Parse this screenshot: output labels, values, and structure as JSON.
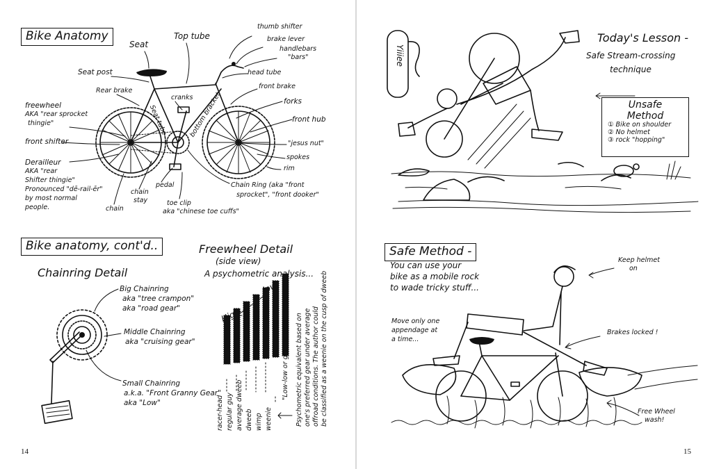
{
  "left_page": {
    "number": "14",
    "anatomy": {
      "title": "Bike Anatomy",
      "labels": {
        "seat": "Seat",
        "top_tube": "Top tube",
        "thumb_shifter": "thumb shifter",
        "brake_lever": "brake lever",
        "handlebars": "handlebars",
        "handlebars_aka": "\"bars\"",
        "seat_post": "Seat post",
        "head_tube": "head tube",
        "rear_brake": "Rear brake",
        "cranks": "cranks",
        "front_brake": "front brake",
        "seat_tube": "Seat tube",
        "bottom_bracket": "bottom bracket",
        "forks": "forks",
        "freewheel": "freewheel",
        "freewheel_aka1": "AKA \"rear sprocket",
        "freewheel_aka2": "thingie\"",
        "front_hub": "front hub",
        "front_shifter": "front shifter",
        "jesus_nut": "\"jesus nut\"",
        "spokes": "spokes",
        "rim": "rim",
        "derailleur": "Derailleur",
        "derailleur_aka1": "AKA \"rear",
        "derailleur_aka2": "Shifter thingie\"",
        "derailleur_pron1": "Pronounced \"dē-rail-ēr\"",
        "derailleur_pron2": "by most normal",
        "derailleur_pron3": "people.",
        "pedal": "pedal",
        "chain_stay1": "chain",
        "chain_stay2": "stay",
        "chain": "chain",
        "toe_clip": "toe clip",
        "toe_clip_aka": "aka \"chinese toe cuffs\"",
        "chain_ring1": "Chain Ring (aka \"front",
        "chain_ring2": "sprocket\", \"front dooker\""
      }
    },
    "anatomy_contd": {
      "title": "Bike anatomy, cont'd..",
      "chainring_heading": "Chainring Detail",
      "big_ring1": "Big Chainring",
      "big_ring2": "aka \"tree crampon\"",
      "big_ring3": "aka \"road gear\"",
      "middle_ring1": "Middle Chainring",
      "middle_ring2": "aka \"cruising gear\"",
      "small_ring1": "Small Chainring",
      "small_ring2": "a.k.a. \"Front Granny Gear\"",
      "small_ring3": "aka \"Low\"",
      "freewheel_heading": "Freewheel Detail",
      "side_view": "(side view)",
      "psychometric": "A psychometric analysis...",
      "high": "High",
      "low": "low",
      "cog_labels": [
        "racer-head",
        "regular guy",
        "average dweeb",
        "dweeb",
        "wimp",
        "weenie"
      ],
      "low_low_note": "\"Low-low or granny gear\"",
      "vertical_note1": "Psychometric equivalent based on",
      "vertical_note2": "one's preferred gear under average",
      "vertical_note3": "offroad conditions. The author could",
      "vertical_note4": "be classified as a weenie on the cusp of dweeb"
    }
  },
  "right_page": {
    "number": "15",
    "lesson": {
      "yell": "Yiiiee",
      "title1": "Today's Lesson -",
      "title2": "Safe Stream-crossing",
      "title3": "technique",
      "unsafe_title1": "Unsafe",
      "unsafe_title2": "Method",
      "unsafe_items": [
        "① Bike on shoulder",
        "② No helmet",
        "③ rock \"hopping\""
      ]
    },
    "safe": {
      "title": "Safe Method -",
      "desc1": "You can use your",
      "desc2": "bike as a mobile rock",
      "desc3": "to wade tricky stuff...",
      "keep1": "Keep helmet",
      "keep2": "on",
      "move1": "Move only one",
      "move2": "appendage at",
      "move3": "a time...",
      "brakes": "Brakes locked !",
      "wash1": "Free Wheel",
      "wash2": "wash!"
    }
  }
}
